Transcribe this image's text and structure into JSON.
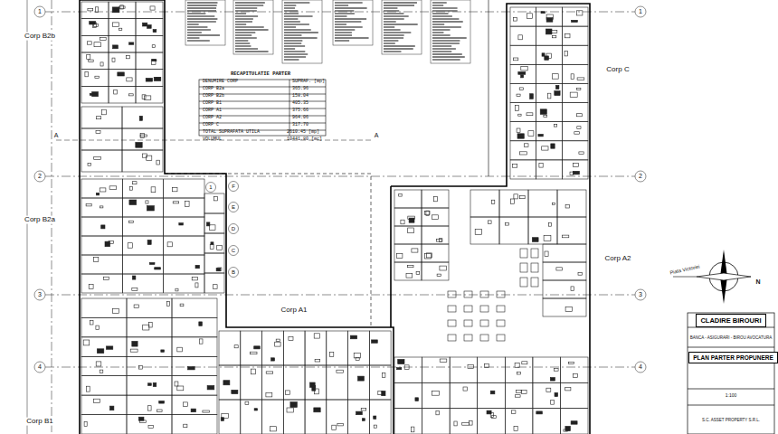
{
  "diagram": {
    "nodes": [
      {
        "text": [
          "CLADIRE BIROURI"
        ]
      },
      {
        "text": [
          "PLAN PARTER PROPUNERE"
        ]
      }
    ],
    "labels": [
      "Corp B2b",
      "Corp B2a",
      "Corp B1",
      "Corp A1",
      "Corp A2",
      "Corp C",
      "1",
      "1",
      "2",
      "2",
      "3",
      "3",
      "4",
      "4",
      "1",
      "F",
      "E",
      "D",
      "C",
      "B",
      "A",
      "A",
      "RECAPITULATIE PARTER",
      "DENUMIRE CORP",
      "SUPRAF. [mp]",
      "CORP B2a",
      "365.96",
      "CORP B2b",
      "158.04",
      "CORP B1",
      "405.35",
      "CORP A1",
      "375.66",
      "CORP A2",
      "964.06",
      "CORP C",
      "317.70",
      "TOTAL SUPRAFATA UTILA",
      "2610.45 [mp]",
      "VOLUMUL",
      "10441.80 [mc]",
      "Piata Victoriei",
      "N",
      "BANCA - ASIGURARI - BIROU AVOCATURA",
      "1:100",
      "S.C. ASSET PROPERTY S.R.L."
    ]
  }
}
